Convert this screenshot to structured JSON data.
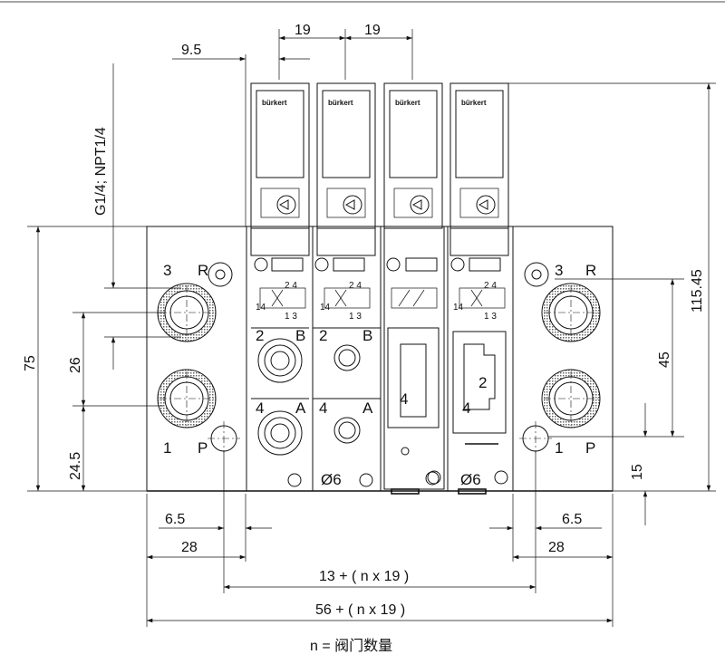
{
  "dimensions": {
    "pitch_a": "19",
    "pitch_b": "19",
    "offset_top": "9.5",
    "thread_spec": "G1/4; NPT1/4",
    "height_75": "75",
    "spacing_26": "26",
    "base_24_5": "24.5",
    "left_6_5": "6.5",
    "left_28": "28",
    "right_6_5": "6.5",
    "right_28": "28",
    "total_height": "115.45",
    "right_45": "45",
    "right_15": "15",
    "hole_pitch": "13 + ( n x 19 )",
    "overall_width": "56 + ( n x 19 )"
  },
  "ports": {
    "left_exhaust_num": "3",
    "left_exhaust_letter": "R",
    "left_supply_num": "1",
    "left_supply_letter": "P",
    "right_exhaust_num": "3",
    "right_exhaust_letter": "R",
    "right_supply_num": "1",
    "right_supply_letter": "P"
  },
  "valves": {
    "brand": "bürkert",
    "v1_port_top_num": "2",
    "v1_port_top_letter": "B",
    "v1_port_bottom_num": "4",
    "v1_port_bottom_letter": "A",
    "v2_port_top_num": "2",
    "v2_port_top_letter": "B",
    "v2_port_bottom_num": "4",
    "v2_port_bottom_letter": "A",
    "v2_tube": "Ø6",
    "v3_port": "4",
    "v4_port_top": "2",
    "v4_port_bottom": "4",
    "v4_tube": "Ø6",
    "symbol_14": "14",
    "symbol_ports_top": "2 4",
    "symbol_ports_bottom": "1 3"
  },
  "legend": {
    "note": "n = 阀门数量"
  }
}
